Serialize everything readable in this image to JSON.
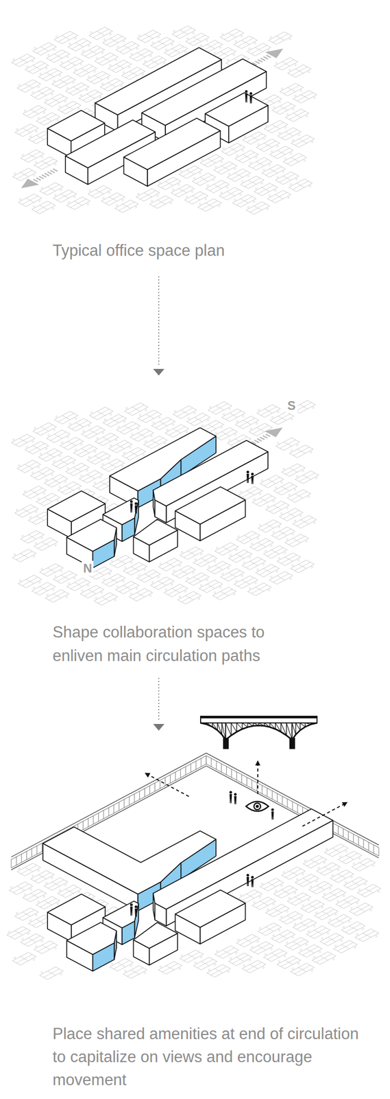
{
  "diagram": {
    "labels": [
      "Typical office space plan",
      "S",
      "N",
      "Shape collaboration spaces to enliven main circulation paths",
      "Place shared amenities at end of circulation to capitalize on views and encourage movement"
    ]
  }
}
